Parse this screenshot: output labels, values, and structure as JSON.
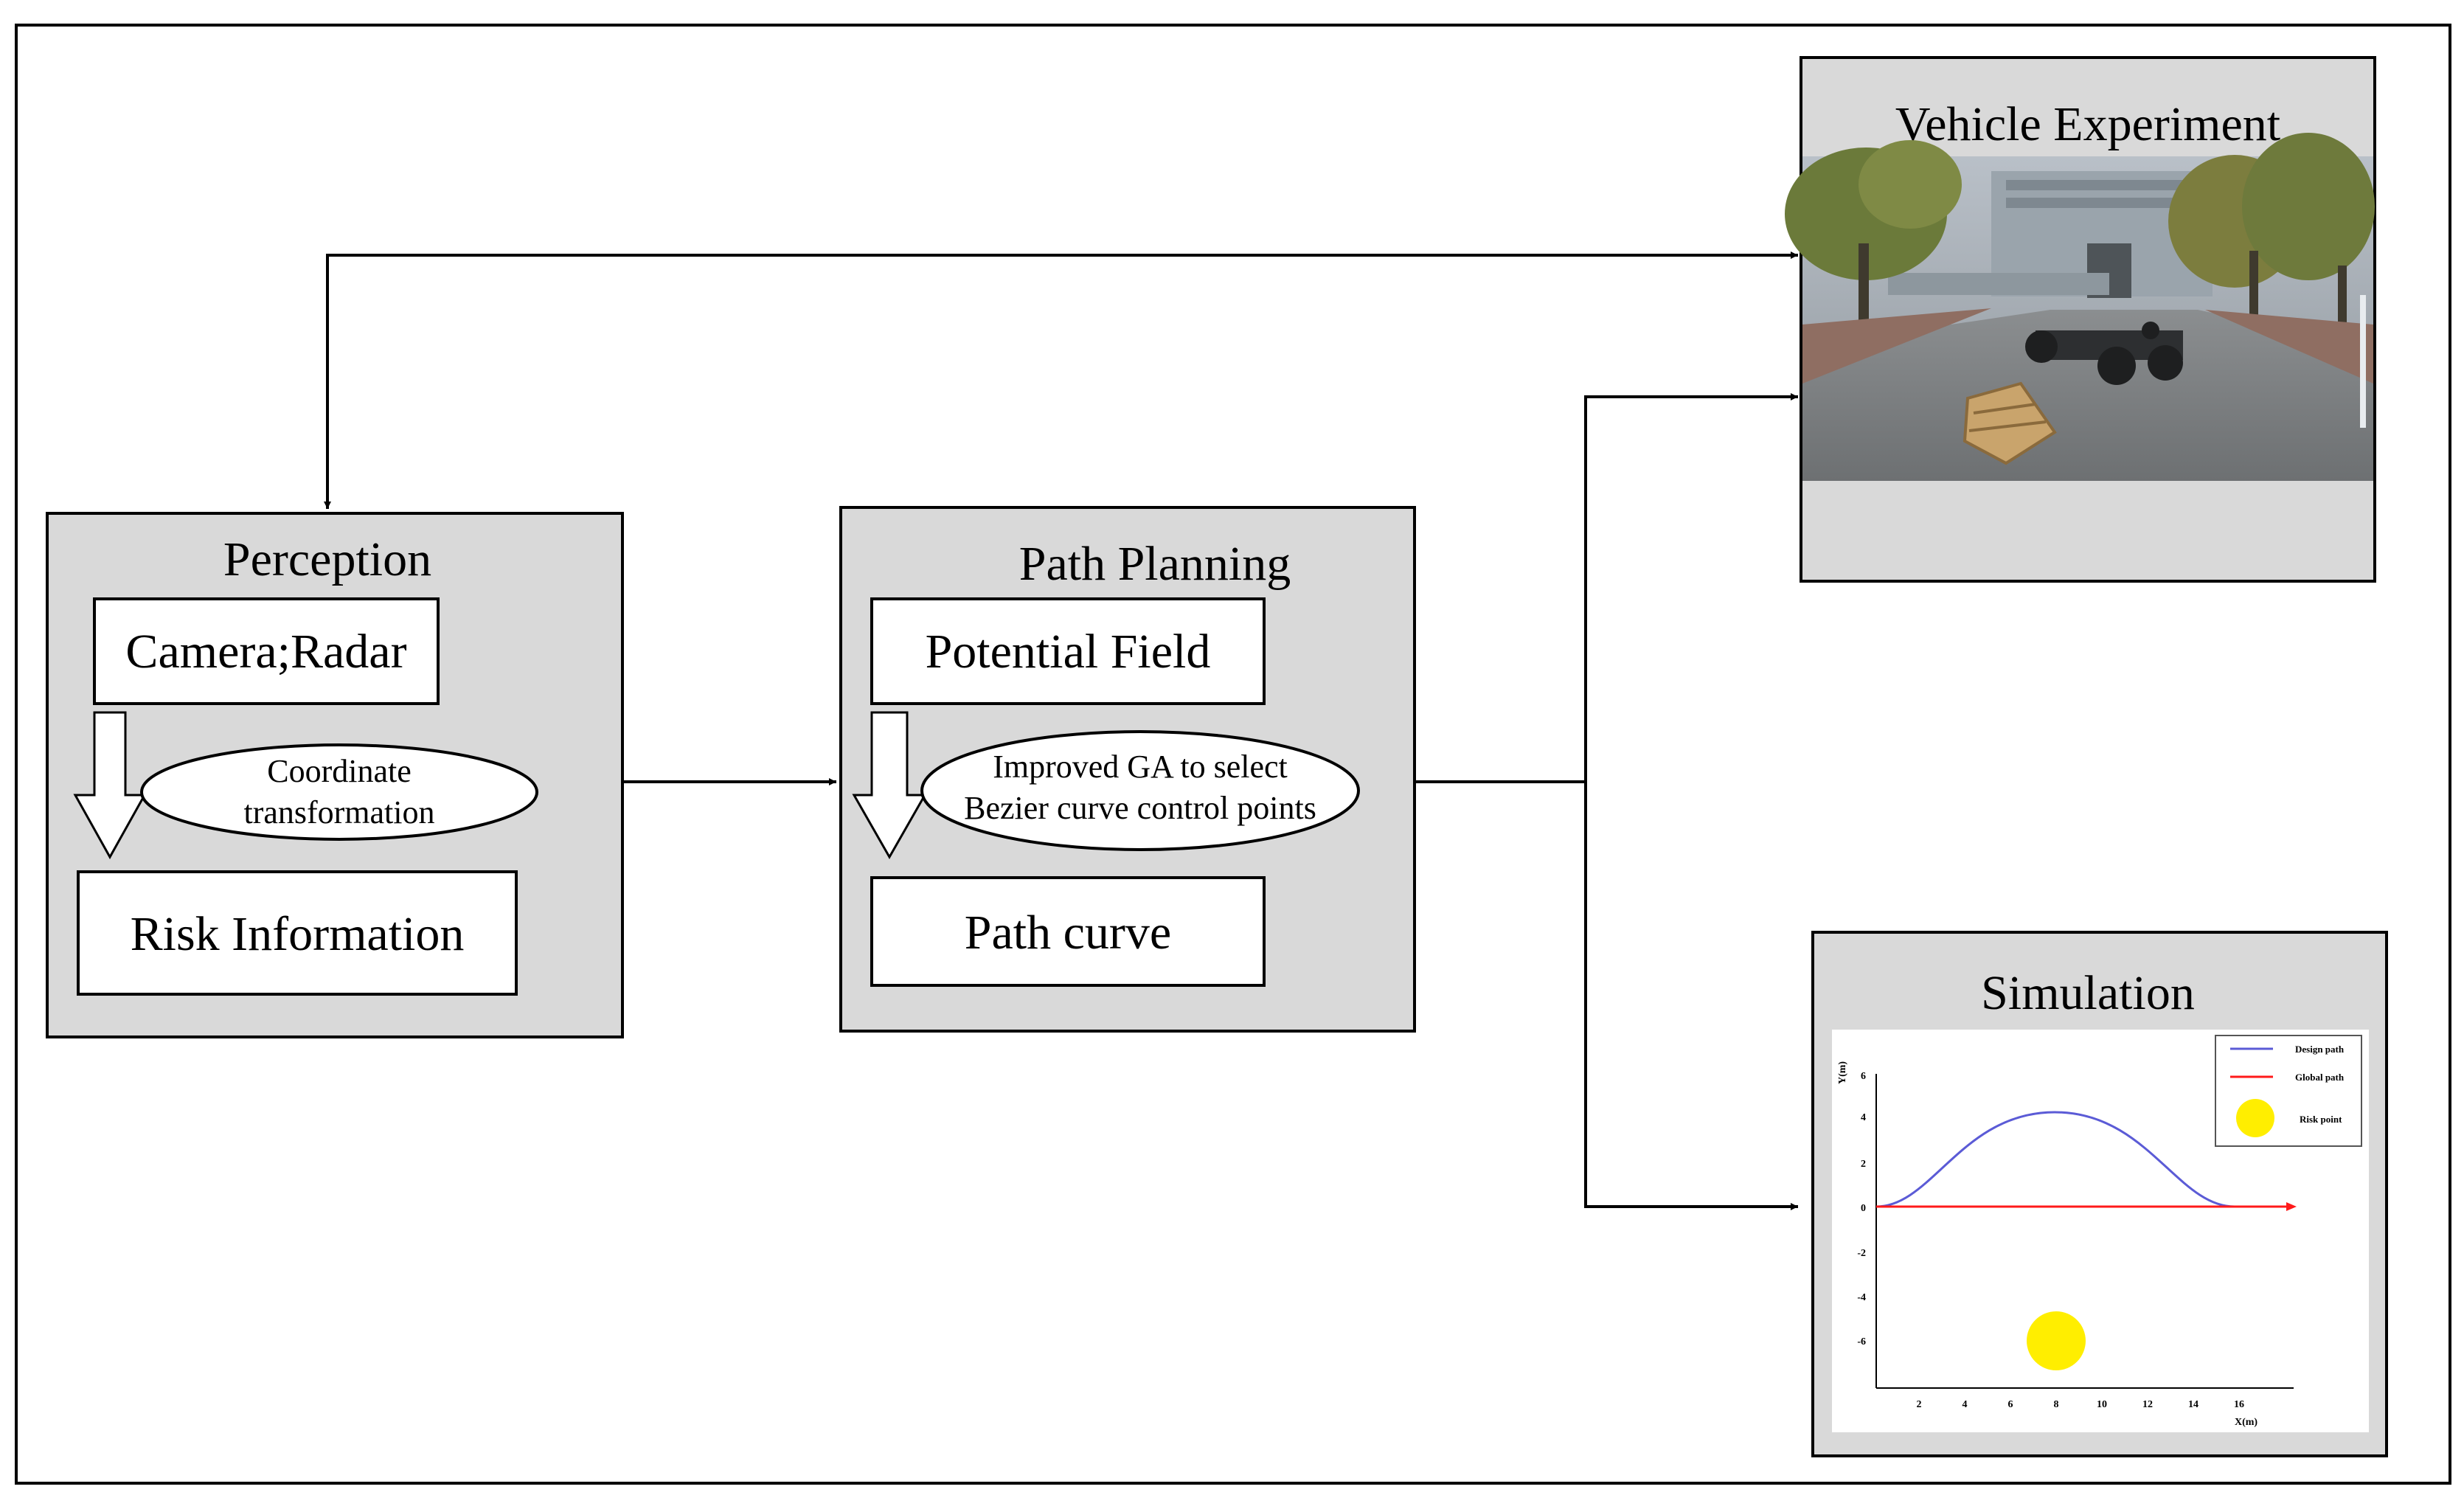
{
  "perception": {
    "title": "Perception",
    "sensor": "Camera;Radar",
    "step": [
      "Coordinate",
      "transformation"
    ],
    "output": "Risk Information"
  },
  "planning": {
    "title": "Path Planning",
    "field": "Potential Field",
    "step": [
      "Improved GA to select",
      "Bezier curve control points"
    ],
    "output": "Path curve"
  },
  "vehicle": {
    "title": "Vehicle Experiment"
  },
  "simulation": {
    "title": "Simulation",
    "legend": {
      "design": "Design path",
      "global": "Global path",
      "risk": "Risk point"
    },
    "y_axis_label": "Y(m)",
    "x_axis_label": "X(m)",
    "y_ticks": [
      "6",
      "4",
      "2",
      "0",
      "-2",
      "-4",
      "-6"
    ],
    "x_ticks": [
      "2",
      "4",
      "6",
      "8",
      "10",
      "12",
      "14",
      "16"
    ],
    "colors": {
      "design": "#5b5bd6",
      "global": "#ff1a1a",
      "risk": "#ffee00"
    }
  }
}
